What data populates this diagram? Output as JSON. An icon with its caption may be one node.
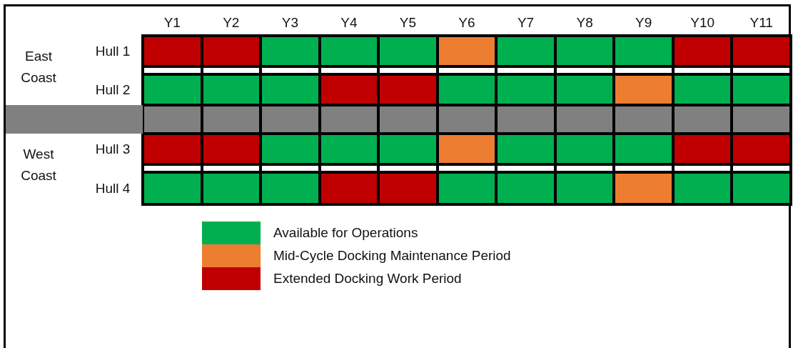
{
  "diagram": {
    "labels": [
      "Y1",
      "Y2",
      "Y3",
      "Y4",
      "Y5",
      "Y6",
      "Y7",
      "Y8",
      "Y9",
      "Y10",
      "Y11",
      "East Coast",
      "Hull 1",
      "Hull 2",
      "West Coast",
      "Hull 3",
      "Hull 4"
    ],
    "legend": [
      {
        "text": "Available for Operations",
        "color": "#00b050"
      },
      {
        "text": "Mid-Cycle Docking Maintenance Period",
        "color": "#ed7d31"
      },
      {
        "text": "Extended Docking Work Period",
        "color": "#c00000"
      }
    ]
  }
}
